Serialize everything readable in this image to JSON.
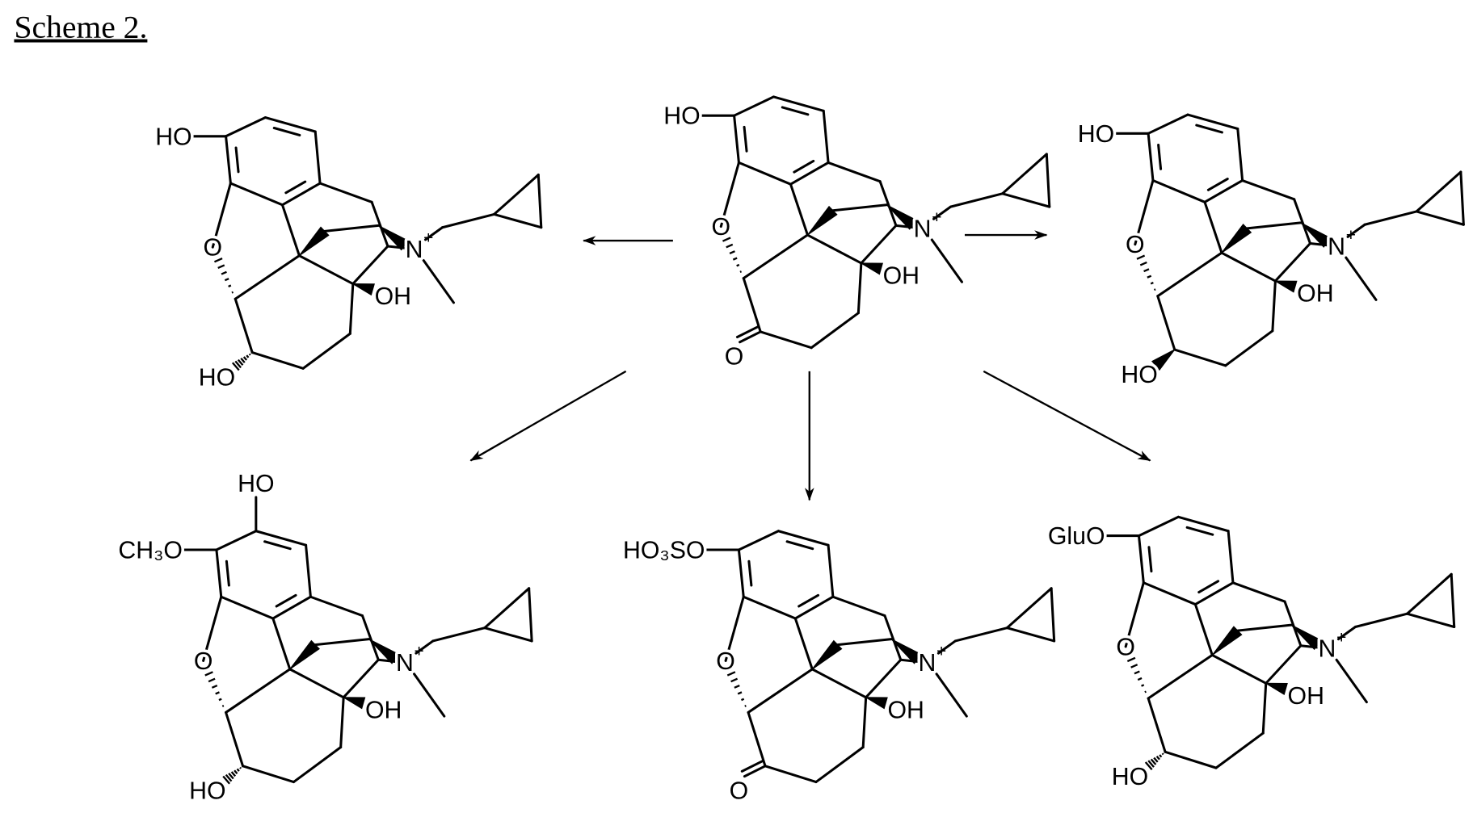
{
  "title": "Scheme 2.",
  "molecules": [
    {
      "id": "starting-material",
      "position": "top-center",
      "c3": "HO",
      "c6_type": "ketone",
      "c6": "O",
      "c14": "OH",
      "bridge_o": "O",
      "n": "N",
      "charge": "+"
    },
    {
      "id": "product-top-left",
      "position": "top-left",
      "c3": "HO",
      "c6_type": "alpha-hydroxyl",
      "c6": "HO",
      "c14": "OH",
      "bridge_o": "O",
      "n": "N",
      "charge": "+"
    },
    {
      "id": "product-top-right",
      "position": "top-right",
      "c3": "HO",
      "c6_type": "beta-hydroxyl",
      "c6": "HO",
      "c14": "OH",
      "bridge_o": "O",
      "n": "N",
      "charge": "+"
    },
    {
      "id": "product-bottom-left",
      "position": "bottom-left",
      "c2": "HO",
      "c3": "CH₃O",
      "c6_type": "alpha-hydroxyl",
      "c6": "HO",
      "c14": "OH",
      "bridge_o": "O",
      "n": "N",
      "charge": "+"
    },
    {
      "id": "product-bottom-center",
      "position": "bottom-center",
      "c3": "HO₃SO",
      "c6_type": "ketone",
      "c6": "O",
      "c14": "OH",
      "bridge_o": "O",
      "n": "N",
      "charge": "+"
    },
    {
      "id": "product-bottom-right",
      "position": "bottom-right",
      "c3": "GluO",
      "c6_type": "alpha-hydroxyl",
      "c6": "HO",
      "c14": "OH",
      "bridge_o": "O",
      "n": "N",
      "charge": "+"
    }
  ],
  "arrows": [
    {
      "from": "starting-material",
      "to": "product-top-left"
    },
    {
      "from": "starting-material",
      "to": "product-top-right"
    },
    {
      "from": "starting-material",
      "to": "product-bottom-left"
    },
    {
      "from": "starting-material",
      "to": "product-bottom-center"
    },
    {
      "from": "starting-material",
      "to": "product-bottom-right"
    }
  ]
}
